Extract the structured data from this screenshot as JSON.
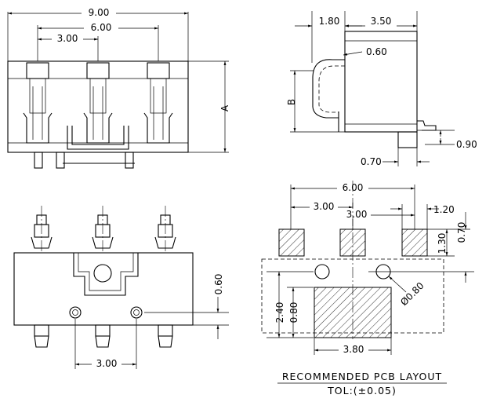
{
  "front_view": {
    "dim_total_width": "9.00",
    "dim_outer_pitch": "6.00",
    "dim_pitch": "3.00",
    "dim_height": "A"
  },
  "side_view": {
    "dim_contact_offset": "1.80",
    "dim_body_depth": "3.50",
    "dim_contact_thickness": "0.60",
    "dim_height": "B",
    "dim_tab_height": "0.90",
    "dim_tab_width": "0.70"
  },
  "bottom_view": {
    "dim_pin_pitch": "3.00",
    "dim_offset": "0.60"
  },
  "pcb_layout": {
    "dim_outer_pitch": "6.00",
    "dim_pitch_left": "3.00",
    "dim_pitch_right": "3.00",
    "dim_pad_width": "1.20",
    "dim_pad_height": "1.30",
    "dim_pad_offset": "0.70",
    "dim_hole_dia": "Ø0.80",
    "dim_big_pad_height": "2.40",
    "dim_big_pad_offset": "0.80",
    "dim_big_pad_width": "3.80",
    "title": "RECOMMENDED PCB LAYOUT",
    "tolerance": "TOL:(±0.05)"
  }
}
